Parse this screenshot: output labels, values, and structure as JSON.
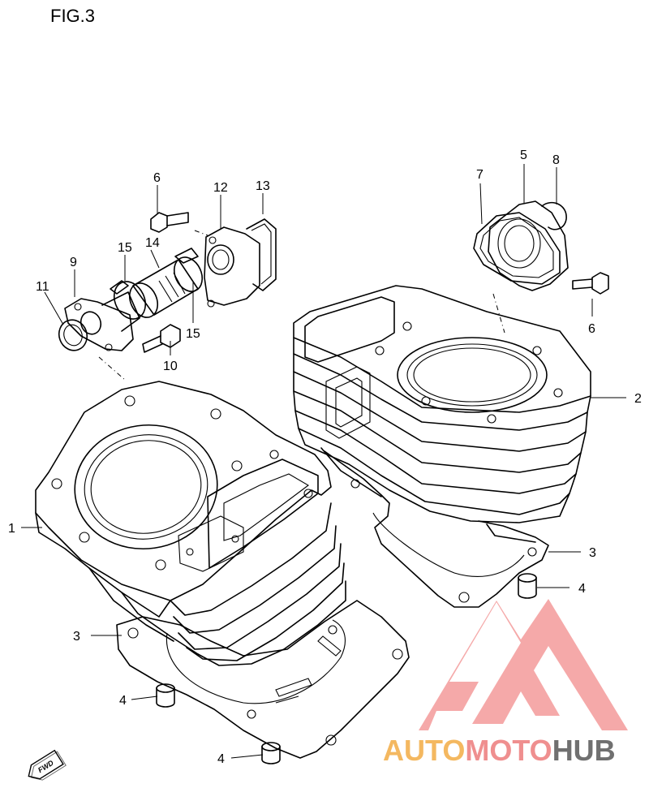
{
  "figure": {
    "title": "FIG.3"
  },
  "callouts": [
    {
      "id": "c1",
      "label": "1"
    },
    {
      "id": "c2",
      "label": "2"
    },
    {
      "id": "c3a",
      "label": "3"
    },
    {
      "id": "c3b",
      "label": "3"
    },
    {
      "id": "c4a",
      "label": "4"
    },
    {
      "id": "c4b",
      "label": "4"
    },
    {
      "id": "c4c",
      "label": "4"
    },
    {
      "id": "c5",
      "label": "5"
    },
    {
      "id": "c6a",
      "label": "6"
    },
    {
      "id": "c6b",
      "label": "6"
    },
    {
      "id": "c7",
      "label": "7"
    },
    {
      "id": "c8",
      "label": "8"
    },
    {
      "id": "c9",
      "label": "9"
    },
    {
      "id": "c10",
      "label": "10"
    },
    {
      "id": "c11",
      "label": "11"
    },
    {
      "id": "c12",
      "label": "12"
    },
    {
      "id": "c13",
      "label": "13"
    },
    {
      "id": "c14",
      "label": "14"
    },
    {
      "id": "c15a",
      "label": "15"
    },
    {
      "id": "c15b",
      "label": "15"
    }
  ],
  "direction_badge": {
    "text": "FWD"
  },
  "watermark": {
    "part1": "AUTO",
    "part2": "MOTO",
    "part3": "HUB",
    "colors": {
      "logo": "#f28c8c",
      "auto": "#f4b860",
      "moto": "#ef8f8f",
      "hub": "#707070"
    }
  }
}
